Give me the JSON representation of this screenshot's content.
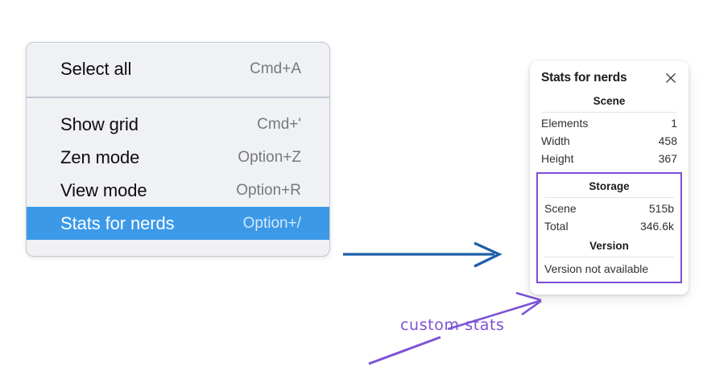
{
  "context_menu": {
    "groups": [
      {
        "items": [
          {
            "label": "Select all",
            "shortcut": "Cmd+A",
            "selected": false
          }
        ]
      },
      {
        "items": [
          {
            "label": "Show grid",
            "shortcut": "Cmd+'",
            "selected": false
          },
          {
            "label": "Zen mode",
            "shortcut": "Option+Z",
            "selected": false
          },
          {
            "label": "View mode",
            "shortcut": "Option+R",
            "selected": false
          },
          {
            "label": "Stats for nerds",
            "shortcut": "Option+/",
            "selected": true
          }
        ]
      }
    ],
    "highlight_color": "#3b99e8",
    "background_color": "#f0f1f4"
  },
  "stats_panel": {
    "title": "Stats for nerds",
    "close_icon": "close-icon",
    "sections": [
      {
        "heading": "Scene",
        "highlighted": false,
        "rows": [
          {
            "label": "Elements",
            "value": "1"
          },
          {
            "label": "Width",
            "value": "458"
          },
          {
            "label": "Height",
            "value": "367"
          }
        ]
      },
      {
        "heading": "Storage",
        "highlighted": true,
        "rows": [
          {
            "label": "Scene",
            "value": "515b"
          },
          {
            "label": "Total",
            "value": "346.6k"
          }
        ]
      },
      {
        "heading": "Version",
        "highlighted": true,
        "text": "Version not available"
      }
    ],
    "highlight_border_color": "#7c4dd8"
  },
  "annotations": {
    "label": "custom stats",
    "label_color": "#7b52d6",
    "blue_arrow_color": "#1f5fa8",
    "purple_stroke_color": "#7b52d6"
  }
}
